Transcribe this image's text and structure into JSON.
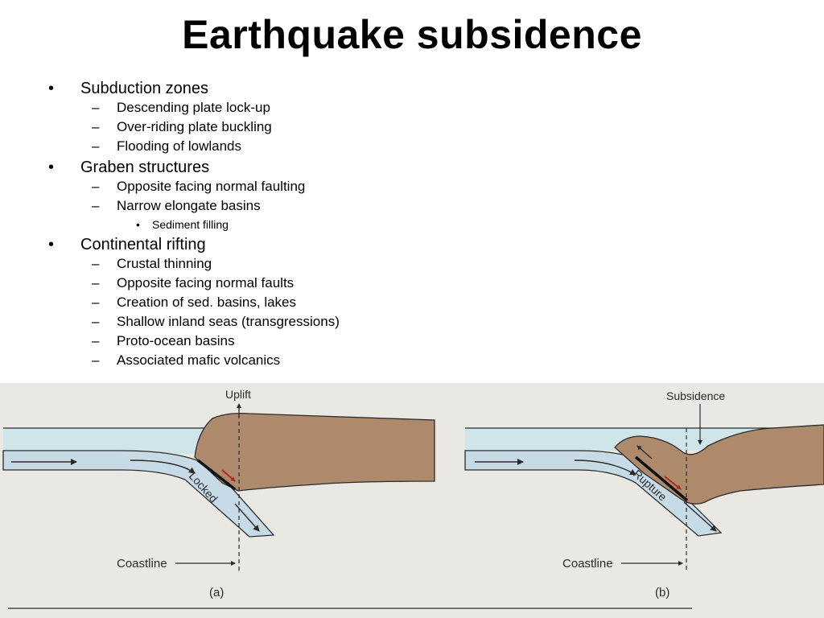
{
  "slide": {
    "title": "Earthquake subsidence",
    "bullet_symbol": "•",
    "dash_symbol": "–",
    "sections": [
      {
        "label": "Subduction zones",
        "items": [
          {
            "label": "Descending plate lock-up"
          },
          {
            "label": "Over-riding plate buckling"
          },
          {
            "label": "Flooding of lowlands"
          }
        ]
      },
      {
        "label": "Graben structures",
        "items": [
          {
            "label": "Opposite facing normal faulting"
          },
          {
            "label": "Narrow elongate basins",
            "sub": [
              "Sediment filling"
            ]
          }
        ]
      },
      {
        "label": "Continental rifting",
        "items": [
          {
            "label": "Crustal thinning"
          },
          {
            "label": "Opposite facing normal faults"
          },
          {
            "label": "Creation of sed. basins, lakes"
          },
          {
            "label": "Shallow inland seas (transgressions)"
          },
          {
            "label": "Proto-ocean basins"
          },
          {
            "label": "Associated mafic volcanics"
          }
        ]
      }
    ]
  },
  "figure": {
    "panel_a": {
      "top_label": "Uplift",
      "fault_label": "Locked",
      "coast_label": "Coastline",
      "panel_label": "(a)"
    },
    "panel_b": {
      "top_label": "Subsidence",
      "fault_label": "Rupture",
      "coast_label": "Coastline",
      "panel_label": "(b)"
    },
    "colors": {
      "paper": "#e9e8e2",
      "water": "#cfe5ea",
      "plate": "#c6dbe6",
      "crust": "#ad8a6c",
      "ink": "#2a2a2a"
    }
  }
}
